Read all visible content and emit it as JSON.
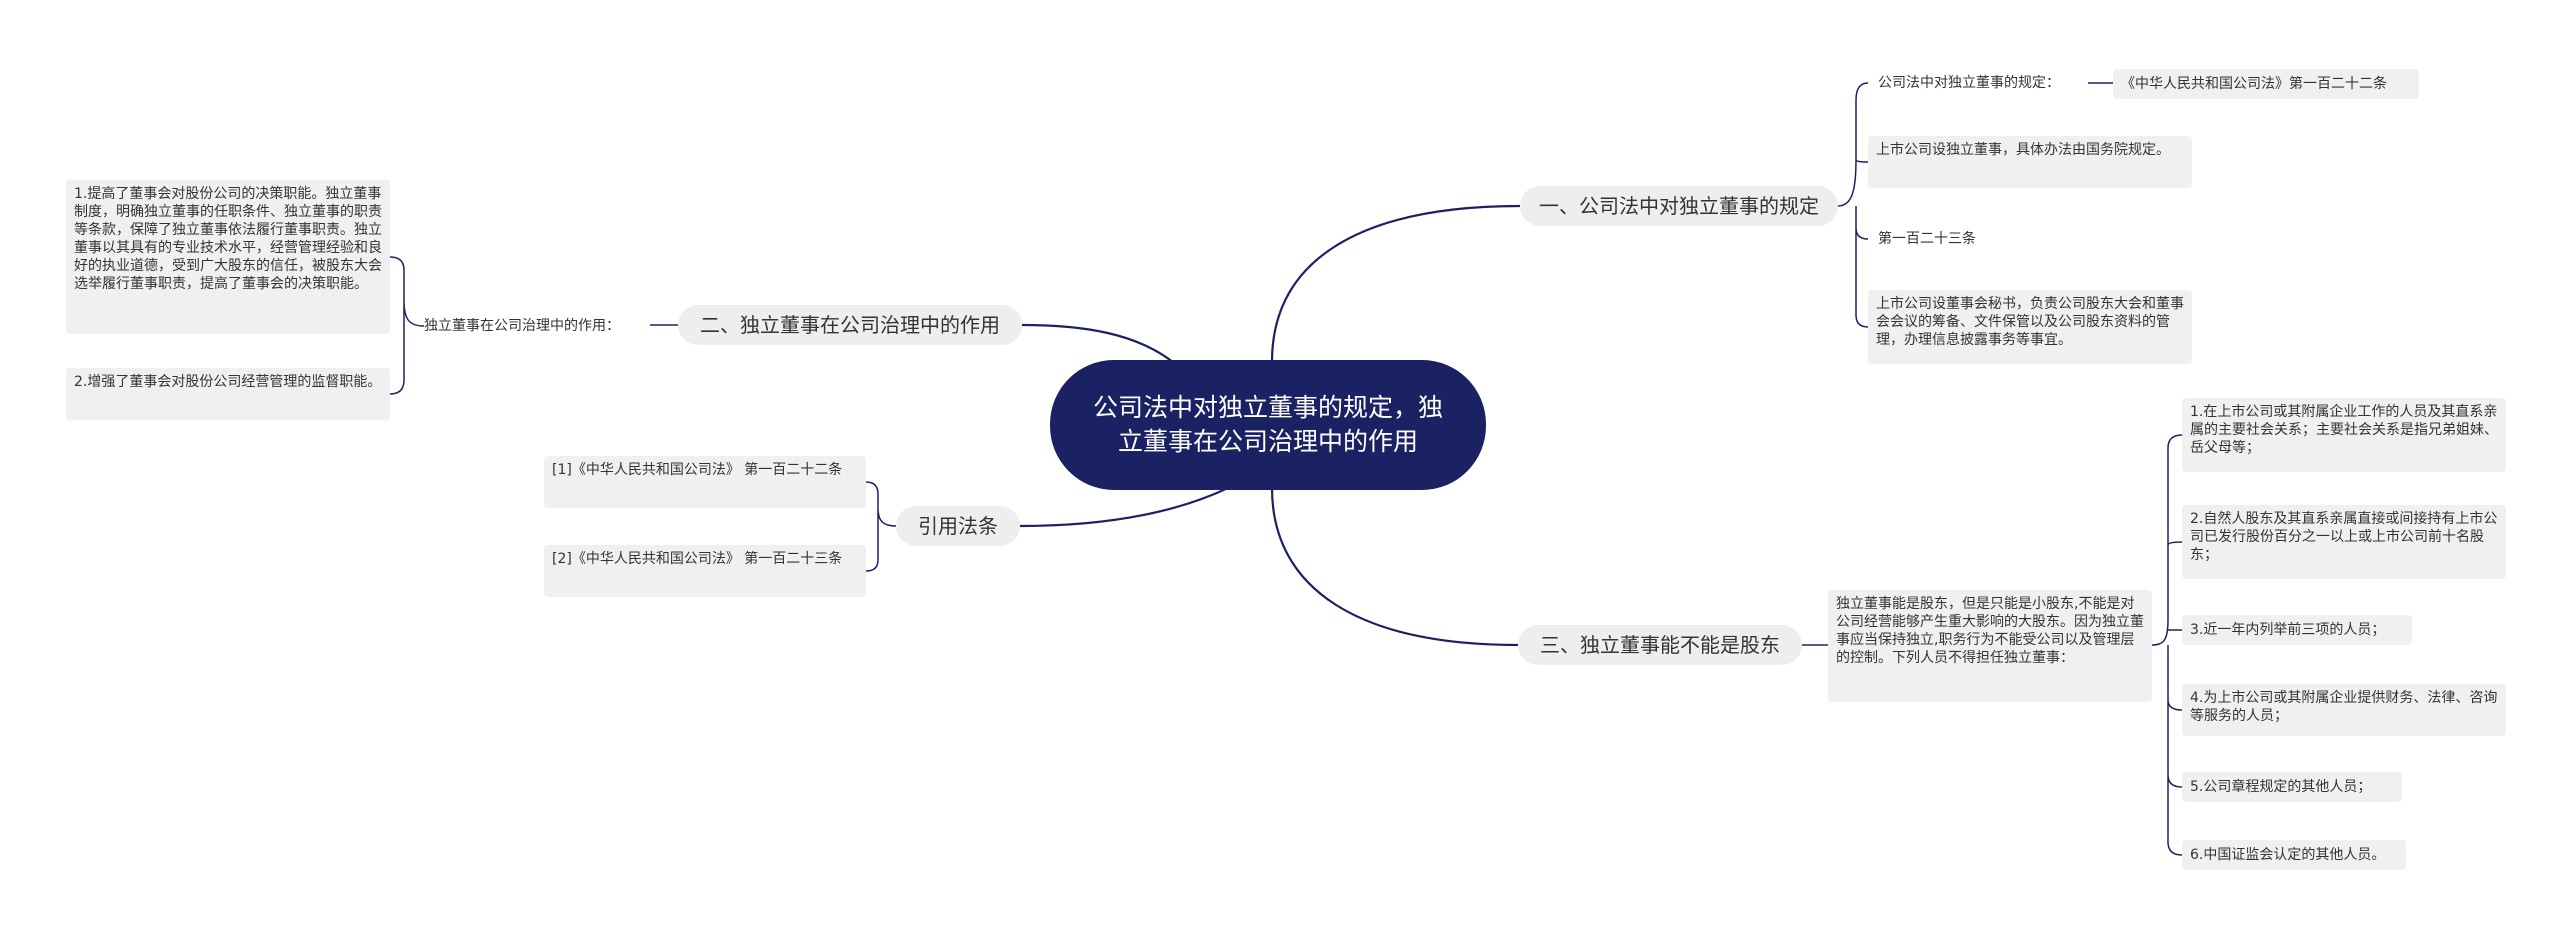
{
  "root": {
    "title": "公司法中对独立董事的规定，独立董事在公司治理中的作用"
  },
  "branch1": {
    "title": "一、公司法中对独立董事的规定",
    "items": [
      "公司法中对独立董事的规定：",
      "上市公司设独立董事，具体办法由国务院规定。",
      "第一百二十三条",
      "上市公司设董事会秘书，负责公司股东大会和董事会会议的筹备、文件保管以及公司股东资料的管理，办理信息披露事务等事宜。"
    ],
    "sub": "《中华人民共和国公司法》第一百二十二条"
  },
  "branch2": {
    "title": "二、独立董事在公司治理中的作用",
    "label": "独立董事在公司治理中的作用：",
    "items": [
      "1.提高了董事会对股份公司的决策职能。独立董事制度，明确独立董事的任职条件、独立董事的职责等条款，保障了独立董事依法履行董事职责。独立董事以其具有的专业技术水平，经营管理经验和良好的执业道德，受到广大股东的信任，被股东大会选举履行董事职责，提高了董事会的决策职能。",
      "2.增强了董事会对股份公司经营管理的监督职能。"
    ]
  },
  "branch3": {
    "title": "引用法条",
    "items": [
      "[1]《中华人民共和国公司法》 第一百二十二条",
      "[2]《中华人民共和国公司法》 第一百二十三条"
    ]
  },
  "branch4": {
    "title": "三、独立董事能不能是股东",
    "desc": "独立董事能是股东，但是只能是小股东,不能是对公司经营能够产生重大影响的大股东。因为独立董事应当保持独立,职务行为不能受公司以及管理层的控制。下列人员不得担任独立董事：",
    "items": [
      "1.在上市公司或其附属企业工作的人员及其直系亲属的主要社会关系；主要社会关系是指兄弟姐妹、岳父母等；",
      "2.自然人股东及其直系亲属直接或间接持有上市公司已发行股份百分之一以上或上市公司前十名股东；",
      "3.近一年内列举前三项的人员；",
      "4.为上市公司或其附属企业提供财务、法律、咨询等服务的人员；",
      "5.公司章程规定的其他人员；",
      "6.中国证监会认定的其他人员。"
    ]
  },
  "colors": {
    "root_bg": "#1b2264",
    "link": "#1b2264",
    "node_bg": "#eeeeee"
  }
}
